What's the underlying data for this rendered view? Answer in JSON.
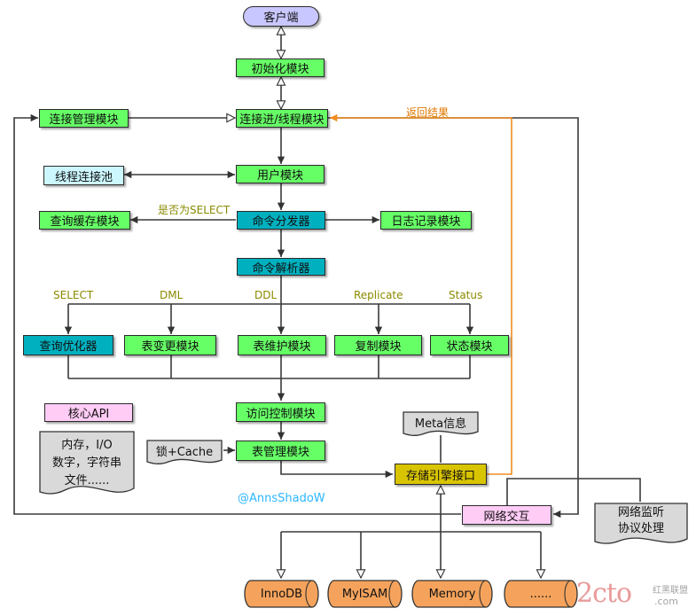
{
  "nodes": {
    "client": "客户端",
    "init_module": "初始化模块",
    "conn_thread_module": "连接进/线程模块",
    "conn_mgmt_module": "连接管理模块",
    "thread_pool": "线程连接池",
    "user_module": "用户模块",
    "query_cache_module": "查询缓存模块",
    "cmd_dispatcher": "命令分发器",
    "log_module": "日志记录模块",
    "cmd_parser": "命令解析器",
    "query_optimizer": "查询优化器",
    "table_change_module": "表变更模块",
    "table_maint_module": "表维护模块",
    "replication_module": "复制模块",
    "status_module": "状态模块",
    "core_api": "核心API",
    "access_control_module": "访问控制模块",
    "table_mgmt_module": "表管理模块",
    "storage_engine_if": "存储引擎接口",
    "network_interaction": "网络交互"
  },
  "docs": {
    "core_api_doc": [
      "内存，I/O",
      "数字，字符串",
      "文件......"
    ],
    "meta_info": "Meta信息",
    "lock_cache": "锁+Cache",
    "net_monitor": [
      "网络监听",
      "协议处理"
    ]
  },
  "engines": [
    "InnoDB",
    "MyISAM",
    "Memory",
    "......"
  ],
  "labels": {
    "return_result": "返回结果",
    "is_select": "是否为SELECT",
    "branch_select": "SELECT",
    "branch_dml": "DML",
    "branch_ddl": "DDL",
    "branch_replicate": "Replicate",
    "branch_status": "Status"
  },
  "watermark": "@AnnsShadoW",
  "logo": {
    "brand": "2cto",
    "domain": ".com",
    "side_text": "红黑联盟"
  },
  "colors": {
    "module": "#66ff66",
    "dispatcher": "#00b0bf",
    "pool": "#ccf7ff",
    "api": "#ffccf5",
    "storage": "#d9c400",
    "client": "#c9c7ff",
    "engine": "#f5a35c",
    "return_arrow": "#f28c1e",
    "watermark": "#2bb7ff"
  }
}
